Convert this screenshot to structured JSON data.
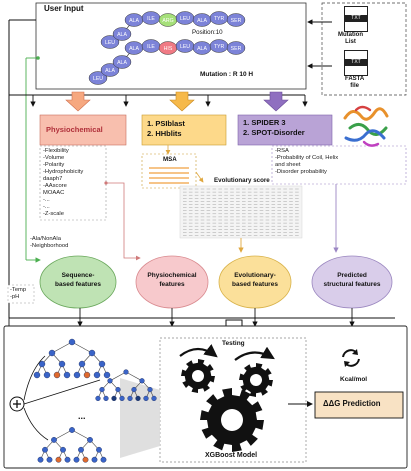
{
  "input": {
    "title": "User Input",
    "wild_residues": [
      "ALA",
      "ILE",
      "ARG",
      "LEU",
      "ALA",
      "TYR",
      "SER"
    ],
    "wild_tail": [
      "LEU",
      "ALA"
    ],
    "position_label": "Position:10",
    "mutant_residues": [
      "ALA",
      "ILE",
      "HIS",
      "LEU",
      "ALA",
      "TYR",
      "SER"
    ],
    "mutant_tail": [
      "LEU",
      "ALA",
      "ALA"
    ],
    "mutation_label": "Mutation : R 10 H",
    "files": [
      {
        "badge": "TXT",
        "label": "Mutation\nList"
      },
      {
        "badge": "TXT",
        "label": "FASTA\nfile"
      }
    ]
  },
  "physio": {
    "title": "Physiochemical",
    "items": [
      "-Flexibility",
      "-Volume",
      "-Polarity",
      "-Hydrophobicity",
      "daaph7",
      "-AAscore",
      "MOAAC",
      "-...",
      "-...",
      "-Z-scale"
    ]
  },
  "blast": {
    "lines": [
      "1. PSIblast",
      "2. HHblits"
    ],
    "msa": "MSA",
    "evo_score": "Evolutionary score"
  },
  "spider": {
    "lines": [
      "1. SPIDER 3",
      "2. SPOT-Disorder"
    ],
    "items": [
      "-RSA",
      "-Probability of Coil, Helix",
      "and sheet",
      "-Disorder probability"
    ]
  },
  "left_notes": {
    "ala": [
      "-Ala/NonAla",
      "-Neighborhood"
    ],
    "temp": [
      "-Temp",
      "-pH"
    ]
  },
  "features": [
    {
      "label": "Sequence-\nbased features",
      "color": "#bfe3b4",
      "border": "#6aa85c"
    },
    {
      "label": "Physiochemical\nfeatures",
      "color": "#f7c9cc",
      "border": "#d98a8f"
    },
    {
      "label": "Evolutionary-\nbased features",
      "color": "#fbe09a",
      "border": "#d8b24a"
    },
    {
      "label": "Predicted\nstructural features",
      "color": "#d9cdea",
      "border": "#9a86bf"
    }
  ],
  "bottom": {
    "testing": "Testing",
    "model": "XGBoost Model",
    "unit": "Kcal/mol",
    "prediction": "ΔΔG Prediction",
    "dots": "..."
  },
  "colors": {
    "orange_arrow": "#f0a070",
    "yellow_arrow": "#f2b24a",
    "purple_arrow": "#8a66b8",
    "physio_fill": "#f8bfae",
    "blast_fill": "#fdd98a",
    "spider_fill": "#b9a3d6",
    "bead_blue": "#7c83d8",
    "bead_green": "#a6e07a",
    "bead_red": "#f07a84",
    "pred_fill": "#f8e2c4"
  }
}
